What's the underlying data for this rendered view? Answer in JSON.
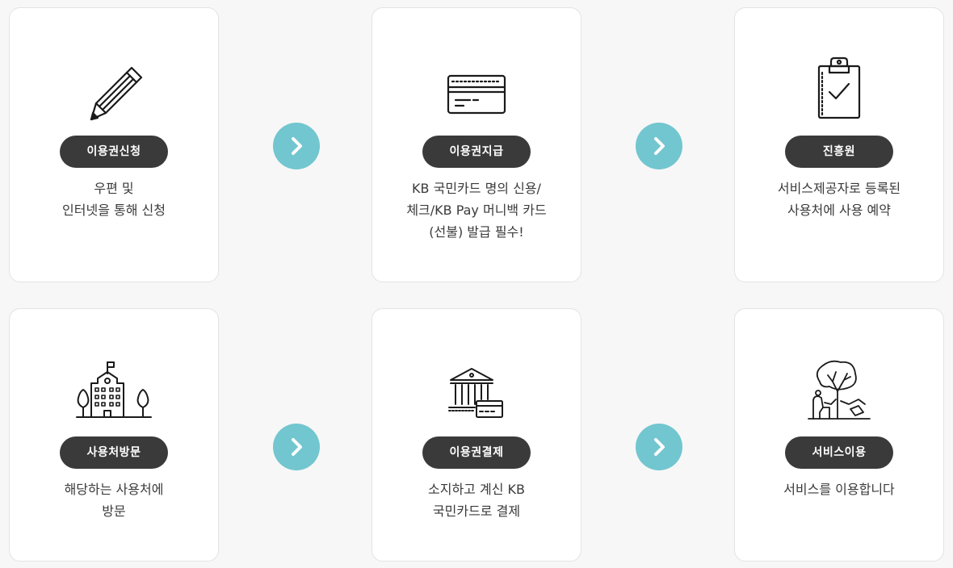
{
  "colors": {
    "page_background": "#f7f7f7",
    "card_background": "#ffffff",
    "pill_background": "#3a3a3a",
    "arrow_accent": "#72c6cf",
    "text": "#3a3a3a"
  },
  "steps": [
    {
      "title": "이용권신청",
      "icon": "pencil-icon",
      "lines": [
        "우편 및",
        "인터넷을 통해 신청"
      ]
    },
    {
      "title": "이용권지급",
      "icon": "credit-card-icon",
      "lines": [
        "KB 국민카드 명의 신용/",
        "체크/KB Pay 머니백 카드",
        "(선불) 발급 필수!"
      ]
    },
    {
      "title": "진흥원",
      "icon": "clipboard-check-icon",
      "lines": [
        "서비스제공자로 등록된",
        "사용처에 사용 예약"
      ]
    },
    {
      "title": "사용처방문",
      "icon": "school-building-icon",
      "lines": [
        "해당하는 사용처에",
        "방문"
      ]
    },
    {
      "title": "이용권결제",
      "icon": "bank-card-icon",
      "lines": [
        "소지하고 계신 KB",
        "국민카드로 결제"
      ]
    },
    {
      "title": "서비스이용",
      "icon": "leisure-tree-icon",
      "lines": [
        "서비스를 이용합니다"
      ]
    }
  ],
  "arrows": [
    {
      "icon": "chevron-right-icon"
    },
    {
      "icon": "chevron-right-icon"
    },
    {
      "icon": "chevron-right-icon"
    },
    {
      "icon": "chevron-right-icon"
    }
  ]
}
